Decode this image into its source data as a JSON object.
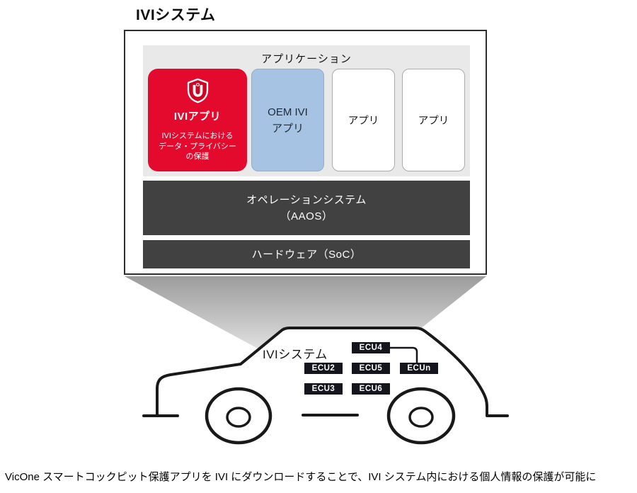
{
  "colors": {
    "accent_red": "#e40a2d",
    "accent_blue": "#a6c3e3",
    "layer_dark": "#414141",
    "ecu_dark": "#15151d",
    "panel_gray": "#e9e9e9"
  },
  "page": {
    "title": "IVIシステム",
    "caption": "VicOne スマートコックピット保護アプリを IVI にダウンロードすることで、IVI システム内における個人情報の保護が可能に"
  },
  "ivi": {
    "application_title": "アプリケーション",
    "apps": [
      {
        "label": "IVIアプリ",
        "desc_lines": [
          "IVIシステムにおける",
          "データ・プライバシー",
          "の保護"
        ],
        "icon": "vicone-shield-icon"
      },
      {
        "line1": "OEM IVI",
        "line2": "アプリ"
      },
      {
        "label": "アプリ"
      },
      {
        "label": "アプリ"
      }
    ],
    "os": {
      "line1": "オペレーションシステム",
      "line2": "（AAOS）"
    },
    "hardware": "ハードウェア（SoC）"
  },
  "car": {
    "label": "IVIシステム",
    "ecus": [
      "ECU4",
      "ECU2",
      "ECU5",
      "ECUn",
      "ECU3",
      "ECU6"
    ]
  }
}
